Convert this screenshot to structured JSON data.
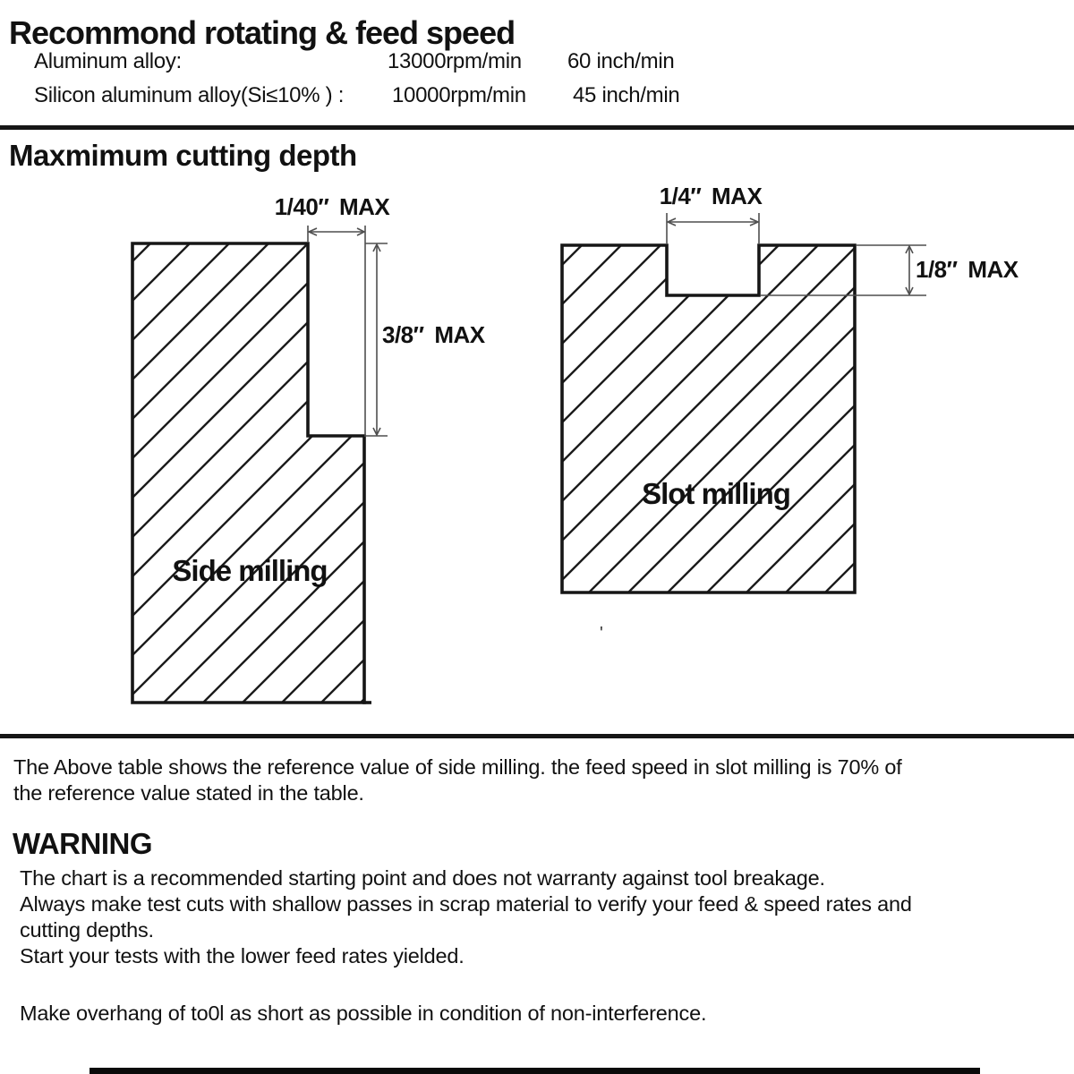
{
  "colors": {
    "ink": "#111111",
    "dim_line": "#4f4f4f",
    "background": "#ffffff"
  },
  "header": {
    "title": "Recommond rotating & feed speed",
    "rows": [
      {
        "material": "Aluminum alloy:",
        "rpm": "13000rpm/min",
        "feed": "60 inch/min"
      },
      {
        "material": "Silicon aluminum alloy(Si≤10% ) :",
        "rpm": "10000rpm/min",
        "feed": "45 inch/min"
      }
    ]
  },
  "cutting_depth": {
    "heading": "Maxmimum cutting depth",
    "side": {
      "label": "Side milling",
      "width_dim": "1/40″ MAX",
      "depth_dim": "3/8″ MAX"
    },
    "slot": {
      "label": "Slot milling",
      "width_dim": "1/4″ MAX",
      "depth_dim": "1/8″ MAX"
    },
    "stray_mark": "'"
  },
  "notes": {
    "reference_lines": [
      "The Above table shows the reference value of side milling. the feed speed in slot milling is 70% of",
      "the reference value stated in the table."
    ],
    "warning_title": "WARNING",
    "warning_lines": [
      "The chart is a recommended starting point and does not warranty against tool breakage.",
      "Always make test cuts with shallow passes in scrap material to verify your feed & speed rates and",
      "cutting depths.",
      "Start your tests with the lower feed rates yielded."
    ],
    "overhang_note": "Make overhang of to0l as short as possible in condition of non-interference."
  }
}
